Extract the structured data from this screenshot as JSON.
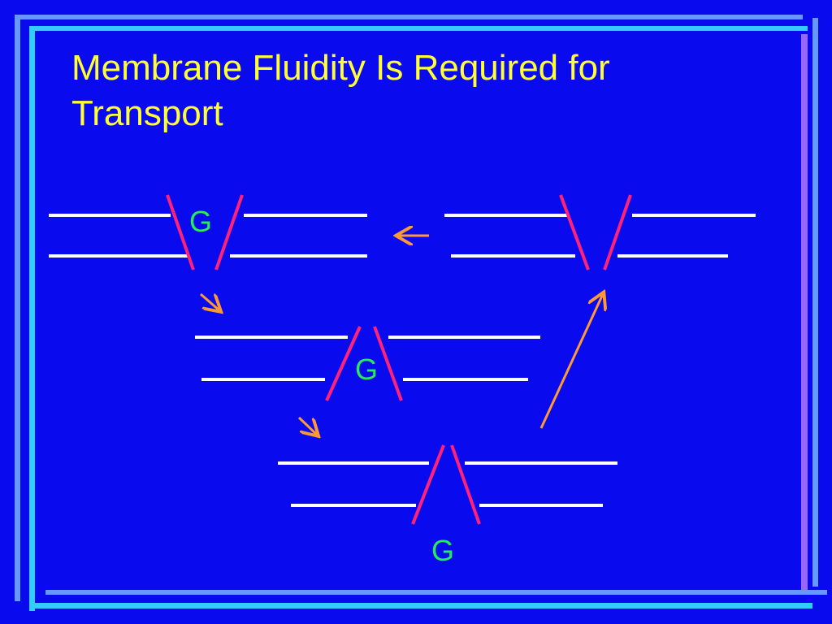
{
  "slide": {
    "title_line1": "Membrane Fluidity Is Required for",
    "title_line2": "Transport"
  },
  "diagram": {
    "molecule_label": "G",
    "colors": {
      "background": "#0a0aee",
      "title": "#ffff33",
      "membrane": "#ffffff",
      "transporter": "#ff2277",
      "arrow": "#ff9933",
      "molecule": "#22ee55",
      "frame_light": "#33ccff",
      "frame_mid": "#6699ff",
      "frame_purple": "#9966ff"
    }
  }
}
